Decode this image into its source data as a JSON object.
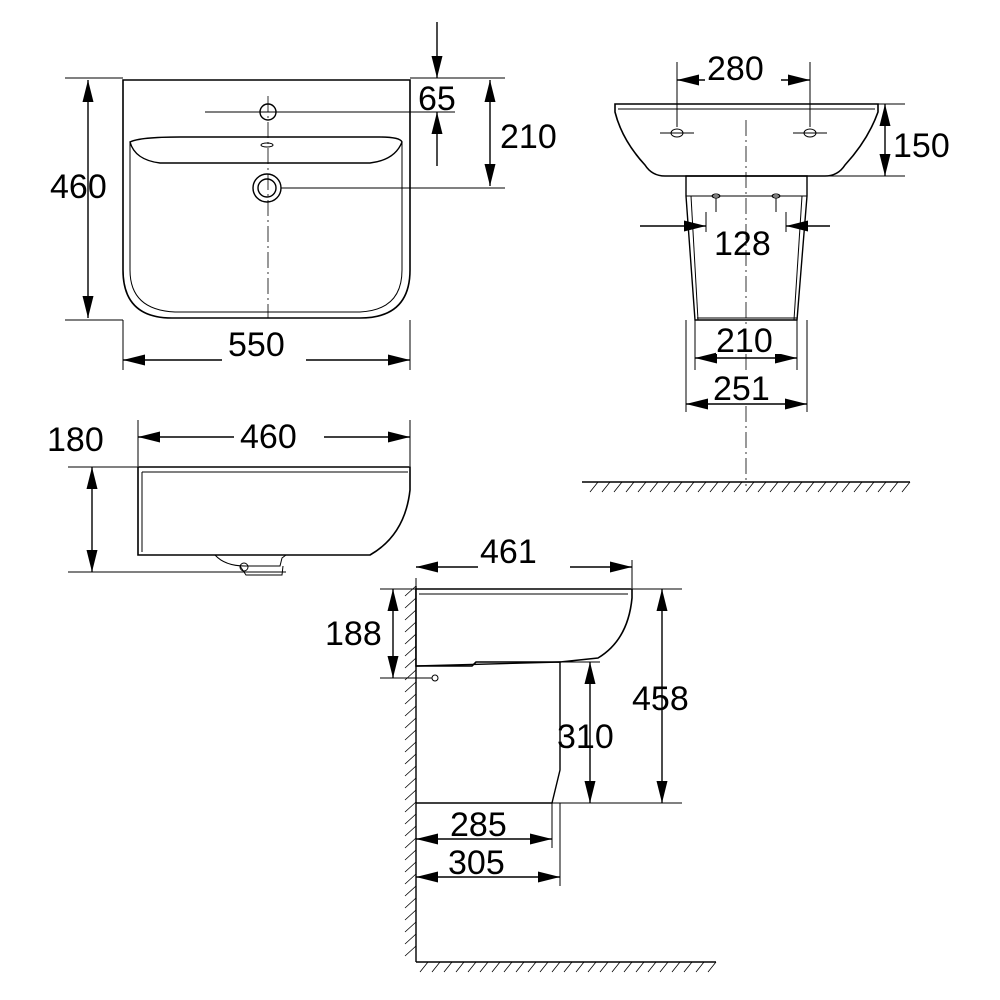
{
  "drawing": {
    "top_view": {
      "width_label": "550",
      "depth_label": "460",
      "tap_offset_label": "65",
      "drain_offset_label": "210"
    },
    "front_view": {
      "hole_spacing_label": "280",
      "height_label": "150",
      "bracket_spacing_label": "128",
      "pedestal_inner_label": "210",
      "pedestal_outer_label": "251"
    },
    "side_view": {
      "depth_label": "460",
      "height_label": "180"
    },
    "installation_view": {
      "depth_label": "461",
      "rim_to_bracket_label": "188",
      "total_height_label": "458",
      "pedestal_height_label": "310",
      "pedestal_depth_label": "285",
      "pedestal_base_label": "305"
    }
  }
}
